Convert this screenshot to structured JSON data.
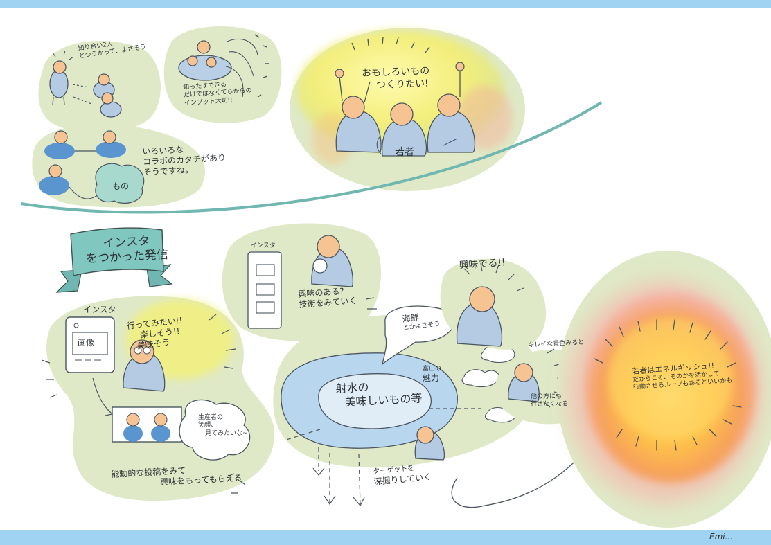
{
  "top": {
    "couple_note": [
      "知り合い2人",
      "とつうかって、よさそう"
    ],
    "web_note": [
      "知ったすできる",
      "だけではなくてらからの",
      "インプット大切!!"
    ],
    "collab_note": [
      "いろいろな",
      "コラボのカタチがあり",
      "そうですね。"
    ],
    "collab_mono": "もの",
    "youth_speech": [
      "おもしろいもの",
      "つくりたい!"
    ],
    "youth_label": "若者"
  },
  "insta_banner": [
    "インスタ",
    "をつかった発信"
  ],
  "left": {
    "phone_label": "インスタ",
    "phone_screen": "画像",
    "excited_speech": [
      "行ってみたい!!",
      "楽しそう!!",
      "美味そう"
    ],
    "producer_speech": [
      "生産者の",
      "笑顔、",
      "見てみたいな~"
    ],
    "active_note": [
      "能動的な投稿をみて",
      "興味をもってもらえる"
    ]
  },
  "center": {
    "phone_label": "インスタ",
    "interest_note": [
      "興味のある?",
      "技術をみていく"
    ],
    "seafood_speech": [
      "海鮮",
      "とかよさそう"
    ],
    "toyama_label": [
      "富山の",
      "魅力"
    ],
    "core_text": [
      "射水の",
      "美味しいもの等"
    ],
    "target_note": [
      "ターゲットを",
      "深掘りしていく"
    ]
  },
  "right": {
    "interest_cry": "興味でる!!",
    "scenery_note": "キレイな景色みると",
    "other_places": [
      "他の方にも",
      "行きたくなる"
    ],
    "energy_note": [
      "若者はエネルギッシュ!!",
      "だからこそ、そのかを活かして",
      "行動させるループもあるといいかも"
    ]
  },
  "signature": "Emi..."
}
